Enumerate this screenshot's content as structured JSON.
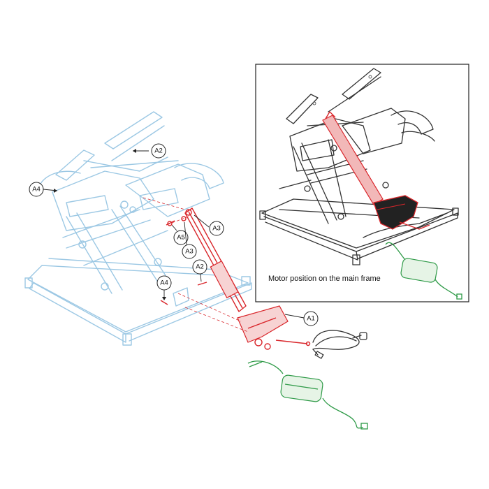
{
  "inset": {
    "caption": "Motor position on the main frame"
  },
  "callouts": {
    "a1": "A1",
    "a2_top": "A2",
    "a2_lower": "A2",
    "a3_upper": "A3",
    "a3_lower": "A3",
    "a4_left": "A4",
    "a4_lower": "A4",
    "a5": "A5"
  }
}
